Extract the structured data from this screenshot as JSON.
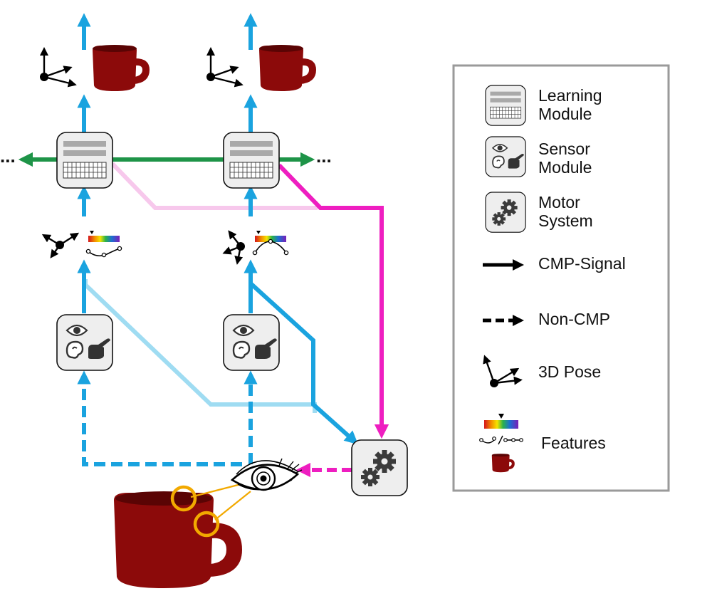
{
  "colors": {
    "cmp_blue": "#1aa3df",
    "light_blue": "#9fdcf2",
    "green": "#1e9448",
    "magenta": "#ee1ec0",
    "light_pink": "#f7c8ec",
    "mug_red": "#8c0a0a",
    "pose_axes": "#000000",
    "attention_ring": "#f2a900",
    "module_fill": "#eeeeee",
    "legend_border": "#9a9a9a"
  },
  "icons": {
    "learning_module": "learning-module-icon",
    "sensor_module": "eye-ear-hand-icon",
    "motor_system": "gears-icon",
    "pose": "3d-pose-axes-icon",
    "features": "feature-spectrum-icon",
    "object": "mug-icon",
    "eye": "eye-icon"
  },
  "diagram": {
    "continuation_left": "...",
    "continuation_right": "..."
  },
  "legend": {
    "learning_module": "Learning Module",
    "learning_module_line1": "Learning",
    "learning_module_line2": "Module",
    "sensor_module_line1": "Sensor",
    "sensor_module_line2": "Module",
    "motor_system_line1": "Motor",
    "motor_system_line2": "System",
    "cmp_signal": "CMP-Signal",
    "non_cmp": "Non-CMP",
    "pose": "3D Pose",
    "features": "Features"
  }
}
